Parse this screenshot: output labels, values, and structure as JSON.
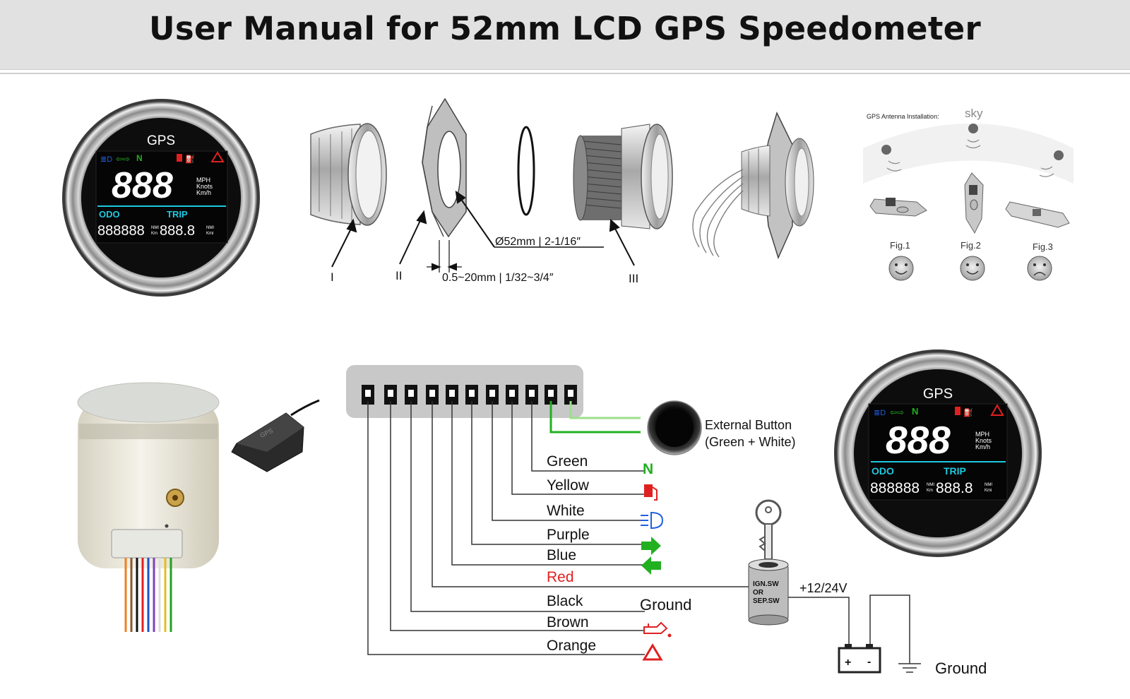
{
  "header": {
    "title": "User Manual for 52mm LCD GPS Speedometer"
  },
  "gauge": {
    "brand": "GPS",
    "digits": "888",
    "units": [
      "MPH",
      "Knots",
      "Km/h"
    ],
    "odo_label": "ODO",
    "trip_label": "TRIP",
    "odo_digits": "888888",
    "trip_digits": "888.8",
    "odo_units": [
      "NMI",
      "Km"
    ],
    "trip_units": [
      "NMI",
      "Kmi"
    ],
    "indicator_n": "N"
  },
  "installation": {
    "part_labels": [
      "I",
      "II",
      "III"
    ],
    "diameter": "Ø52mm | 2-1/16″",
    "thickness": "0.5~20mm | 1/32~3/4″"
  },
  "antenna": {
    "title": "GPS Antenna Installation:",
    "sky": "sky",
    "figures": [
      "Fig.1",
      "Fig.2",
      "Fig.3"
    ],
    "connector_label": "GPS"
  },
  "wiring": {
    "button_label_1": "External Button",
    "button_label_2": "(Green + White)",
    "wires": [
      {
        "label": "Green",
        "color": "#1a1a1a"
      },
      {
        "label": "Yellow",
        "color": "#1a1a1a"
      },
      {
        "label": "White",
        "color": "#1a1a1a"
      },
      {
        "label": "Purple",
        "color": "#1a1a1a"
      },
      {
        "label": "Blue",
        "color": "#1a1a1a"
      },
      {
        "label": "Red",
        "color": "#e02020"
      },
      {
        "label": "Black",
        "color": "#1a1a1a"
      },
      {
        "label": "Brown",
        "color": "#1a1a1a"
      },
      {
        "label": "Orange",
        "color": "#1a1a1a"
      }
    ],
    "ground_label": "Ground",
    "switch_label": [
      "IGN.SW",
      "OR",
      "SEP.SW"
    ],
    "voltage": "+12/24V",
    "battery_ground": "Ground",
    "battery_plus": "+",
    "battery_minus": "-",
    "neutral_icon_text": "N"
  },
  "colors": {
    "accent_green": "#22b020",
    "accent_red": "#e02020",
    "accent_blue": "#2060e0",
    "lcd_cyan": "#1ec8e0"
  }
}
